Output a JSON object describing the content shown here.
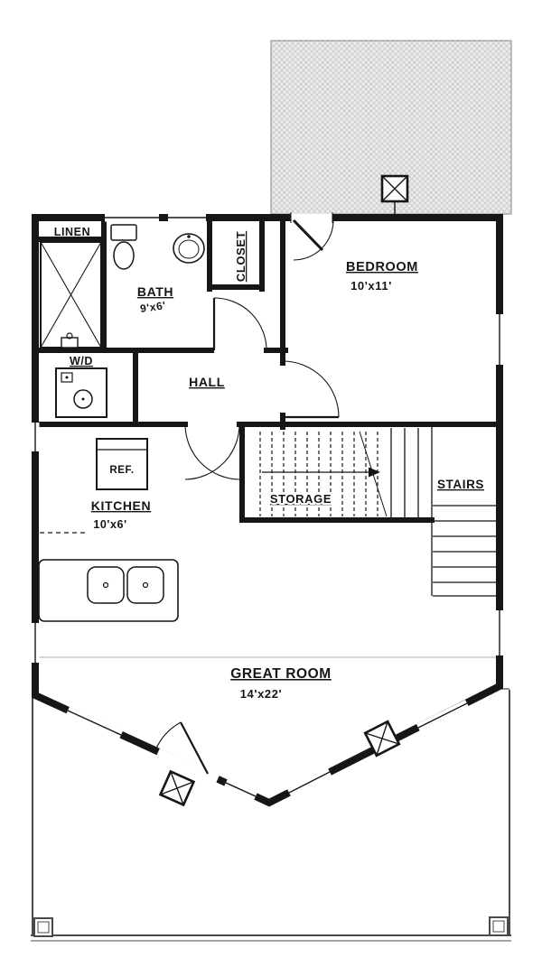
{
  "rooms": {
    "linen": {
      "label": "LINEN"
    },
    "bath": {
      "label": "BATH",
      "dims": "9'x6'"
    },
    "closet": {
      "label": "CLOSET"
    },
    "bedroom": {
      "label": "BEDROOM",
      "dims": "10'x11'"
    },
    "wd": {
      "label": "W/D"
    },
    "hall": {
      "label": "HALL"
    },
    "ref": {
      "label": "REF."
    },
    "kitchen": {
      "label": "KITCHEN",
      "dims": "10'x6'"
    },
    "storage": {
      "label": "STORAGE"
    },
    "stairs": {
      "label": "STAIRS"
    },
    "great_room": {
      "label": "GREAT ROOM",
      "dims": "14'x22'"
    }
  },
  "colors": {
    "ink": "#161616",
    "paper": "#ffffff",
    "deck_hatch": "#c9c9c9",
    "deck_base": "#ececec"
  }
}
